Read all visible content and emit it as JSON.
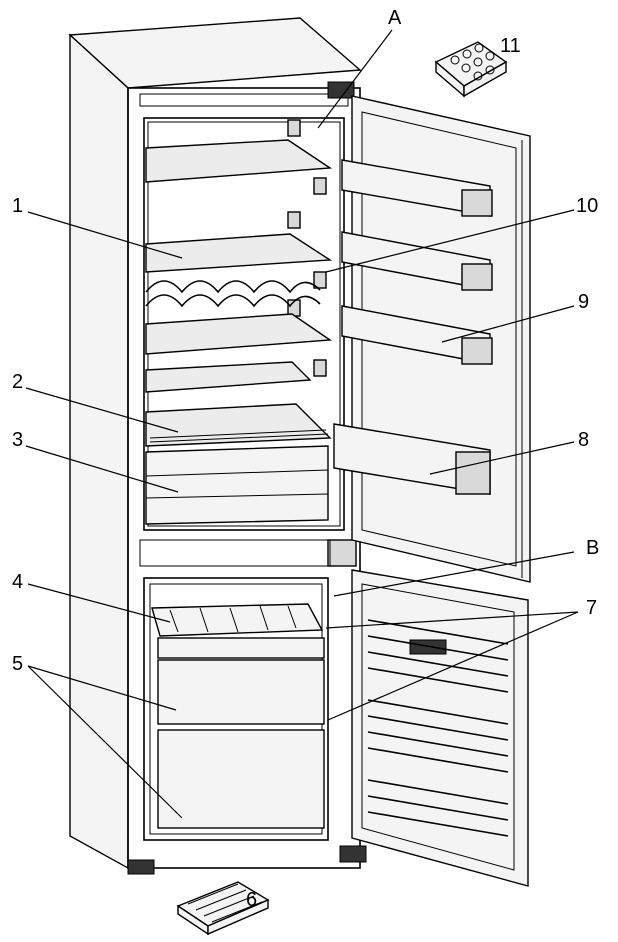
{
  "labels": {
    "A": "A",
    "B": "B",
    "n1": "1",
    "n2": "2",
    "n3": "3",
    "n4": "4",
    "n5": "5",
    "n6": "6",
    "n7": "7",
    "n8": "8",
    "n9": "9",
    "n10": "10",
    "n11": "11"
  }
}
